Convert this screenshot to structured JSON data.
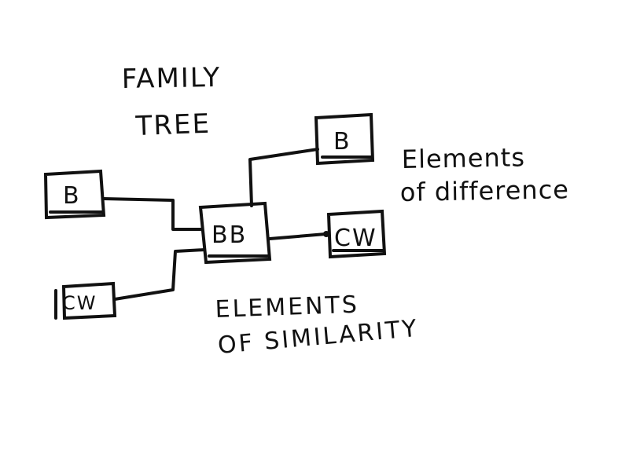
{
  "title": {
    "line1": "FAMILY",
    "line2": "TREE"
  },
  "nodes": {
    "left_top": "B",
    "left_bottom": "CW",
    "center": "BB",
    "right_top": "B",
    "right_bottom": "CW"
  },
  "notes": {
    "difference_line1": "Elements",
    "difference_line2": "of difference",
    "similarity_line1": "ELEMENTS",
    "similarity_line2": "OF SIMILARITY"
  }
}
